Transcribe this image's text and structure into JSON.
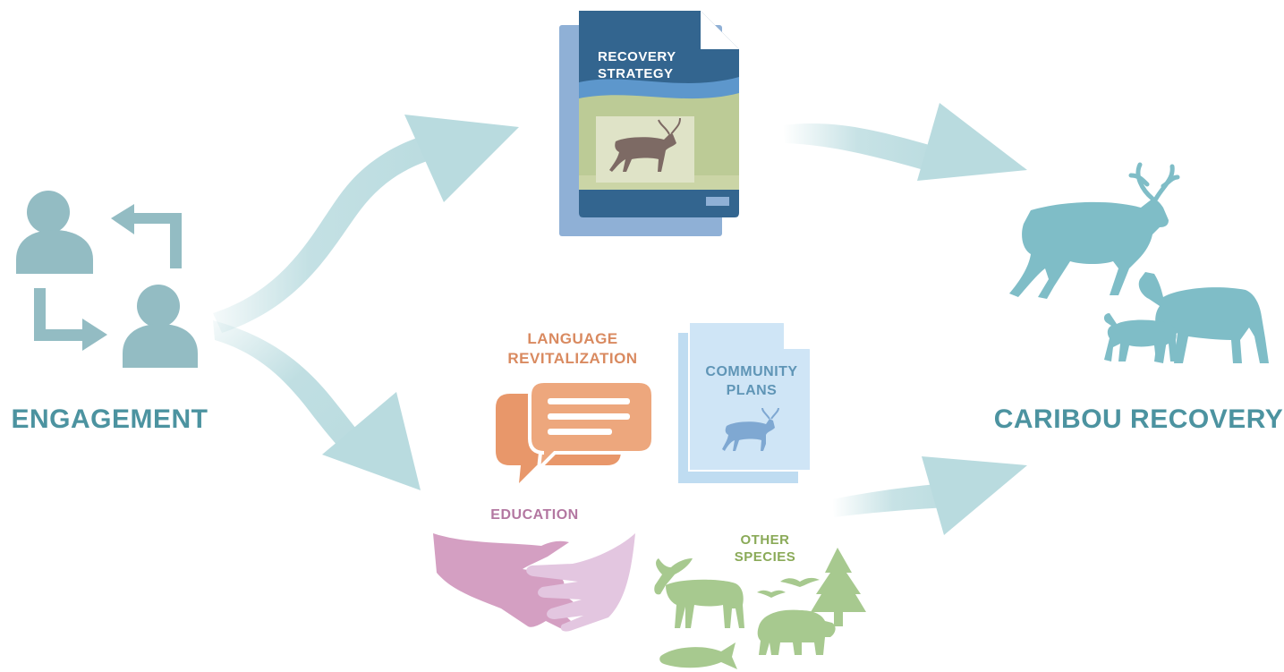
{
  "nodes": {
    "engagement": "ENGAGEMENT",
    "caribou_recovery": "CARIBOU RECOVERY",
    "recovery_strategy": [
      "RECOVERY",
      "STRATEGY"
    ],
    "language_revitalization": [
      "LANGUAGE",
      "REVITALIZATION"
    ],
    "community_plans": [
      "COMMUNITY",
      "PLANS"
    ],
    "education": "EDUCATION",
    "other_species": [
      "OTHER",
      "SPECIES"
    ]
  },
  "colors": {
    "teal": "#7fb9c2",
    "arrow": "#b9dbdf",
    "people": "#93bcc3",
    "document_navy": "#33658f",
    "document_back": "#8fb0d6",
    "document_green": "#bccb96",
    "speech_orange": "#eda77d",
    "community_blue": "#bfdcf1",
    "education_pink": "#d49fc2",
    "education_lilac": "#e3c6e0",
    "species_green": "#a7c98f"
  },
  "icons": [
    "people-exchange-icon",
    "recovery-strategy-document-icon",
    "caribou-herd-icon",
    "speech-bubbles-icon",
    "community-plan-document-icon",
    "handshake-icon",
    "moose-icon",
    "tree-icon",
    "bird-icon",
    "bear-icon",
    "fish-icon"
  ]
}
